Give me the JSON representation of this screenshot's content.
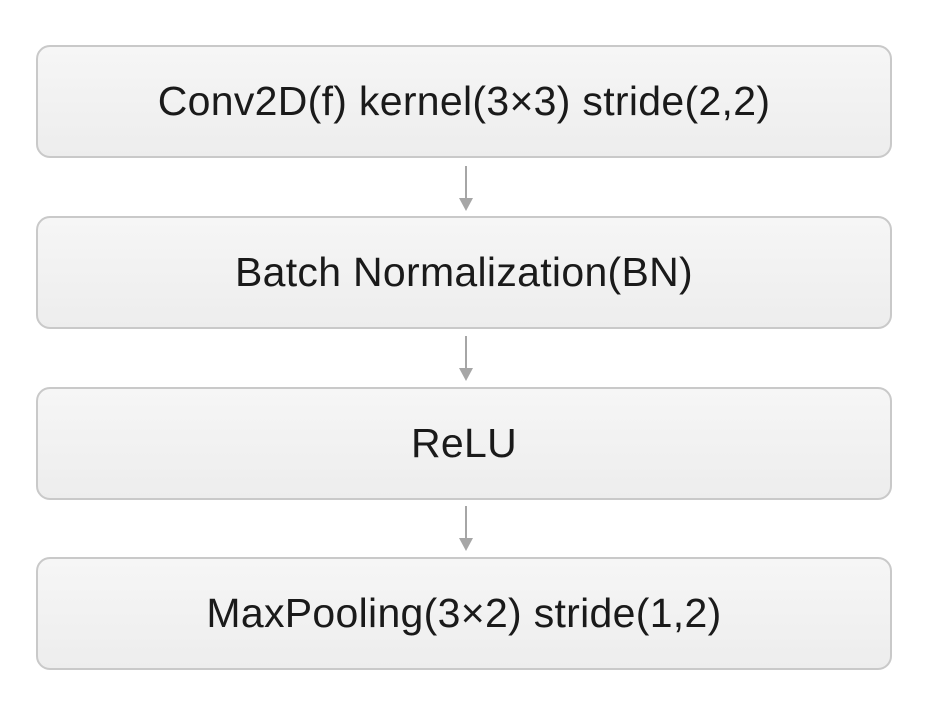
{
  "diagram": {
    "layers": [
      {
        "label": "Conv2D(f) kernel(3×3) stride(2,2)"
      },
      {
        "label": "Batch Normalization(BN)"
      },
      {
        "label": "ReLU"
      },
      {
        "label": "MaxPooling(3×2) stride(1,2)"
      }
    ],
    "colors": {
      "box_border": "#c9c9c9",
      "box_fill": "#efefef",
      "arrow": "#a6a6a6",
      "text": "#1a1a1a"
    }
  }
}
